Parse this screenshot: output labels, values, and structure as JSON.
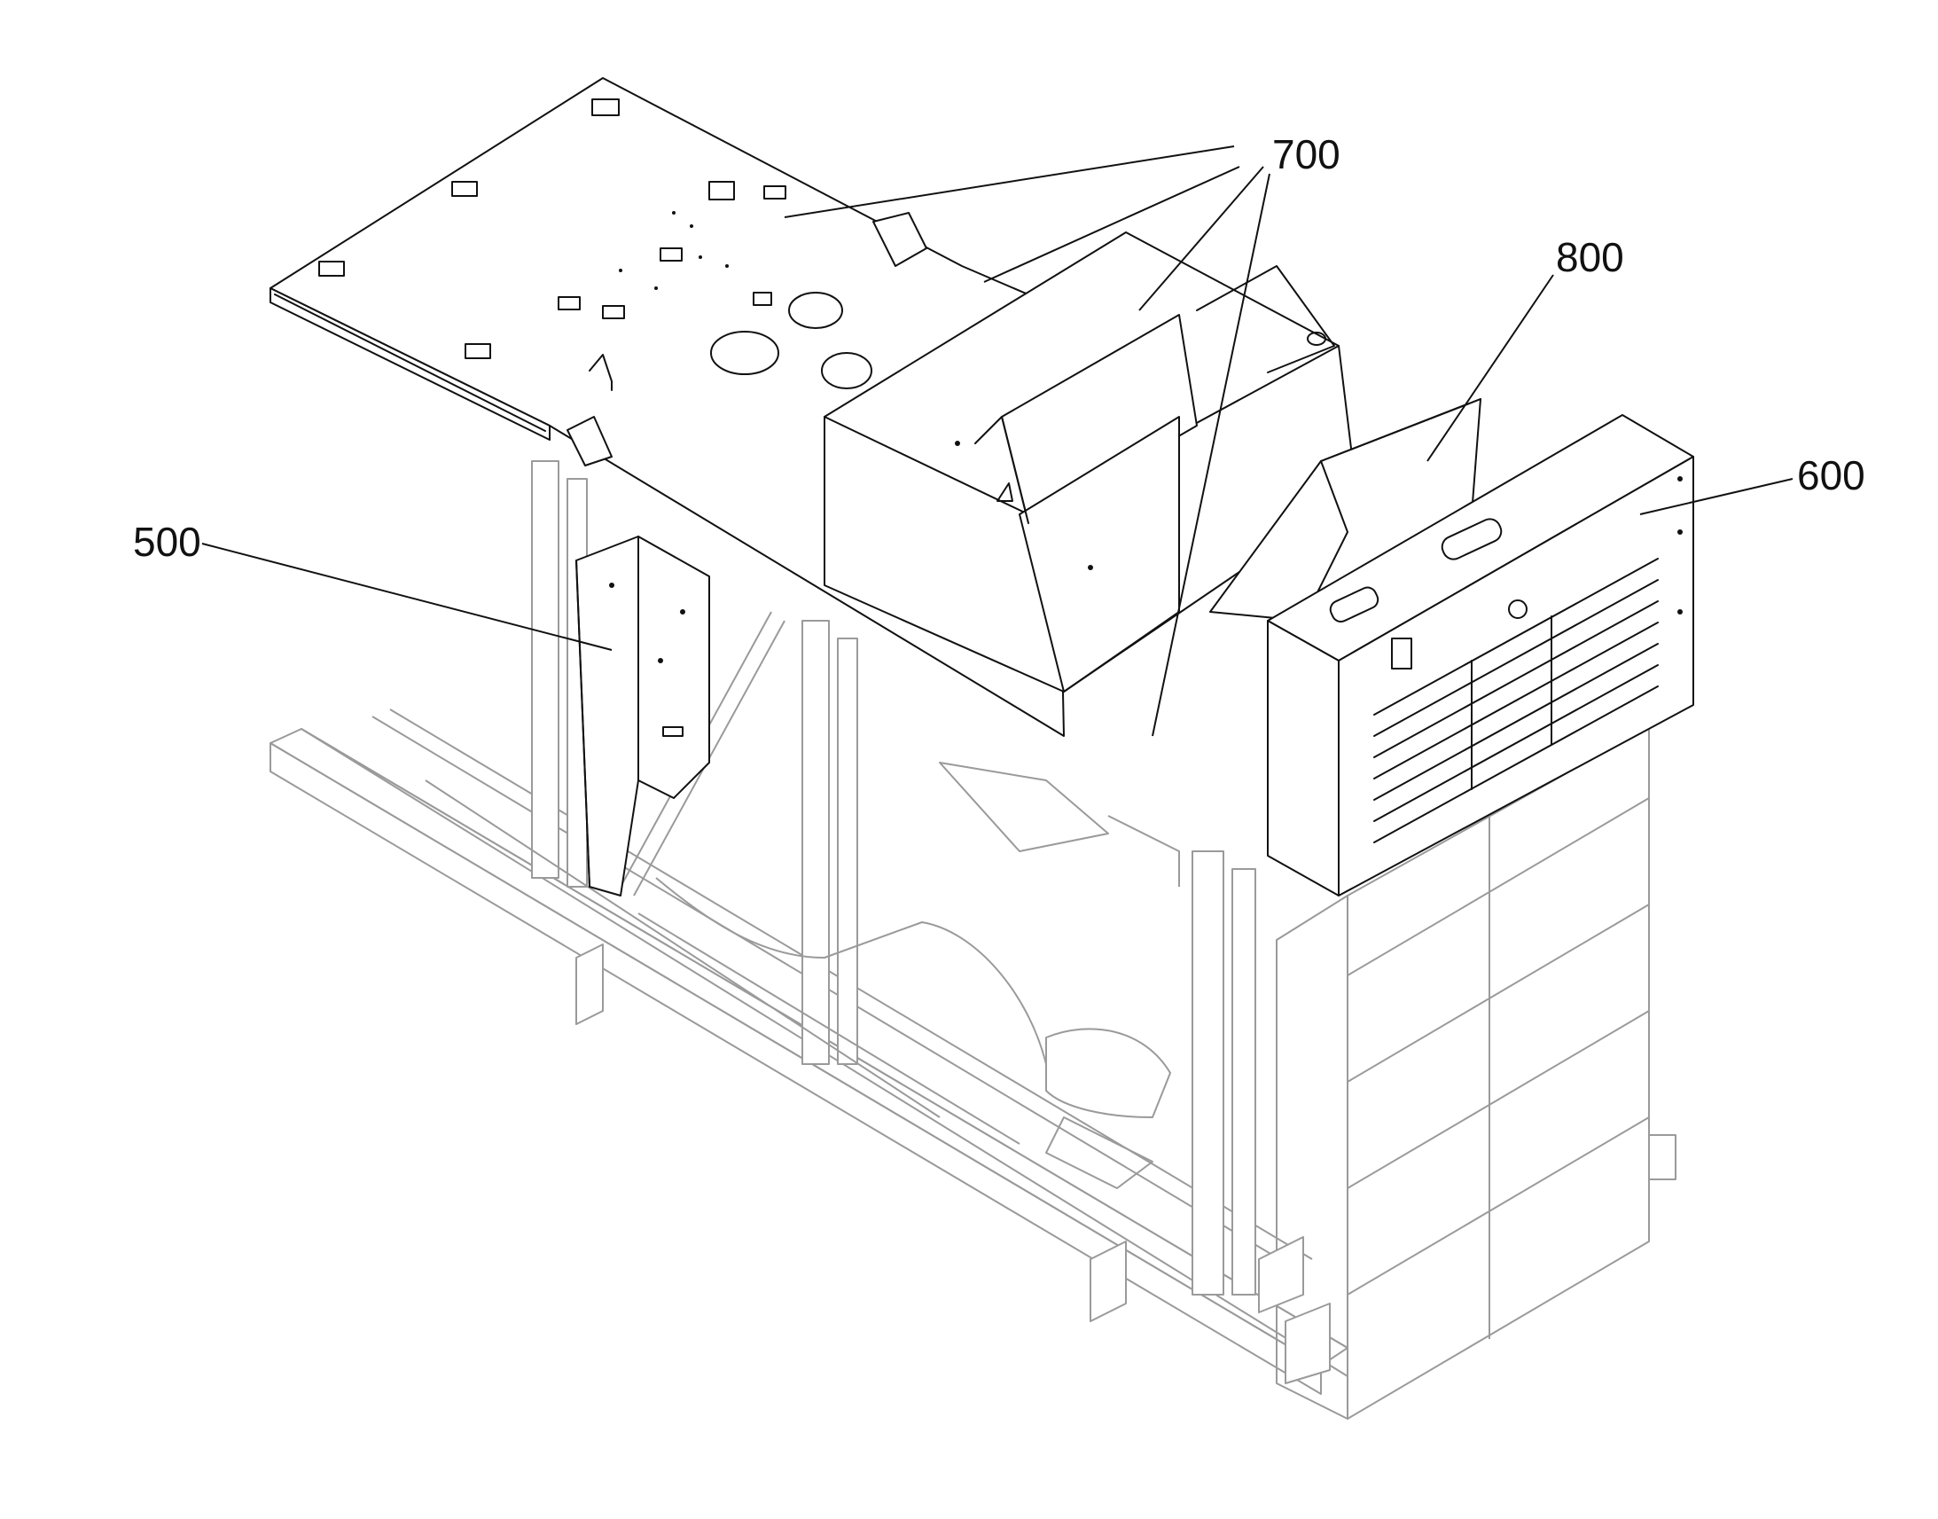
{
  "labels": {
    "frame": "500",
    "grille_unit": "600",
    "top_panels": "700",
    "duct": "800"
  }
}
